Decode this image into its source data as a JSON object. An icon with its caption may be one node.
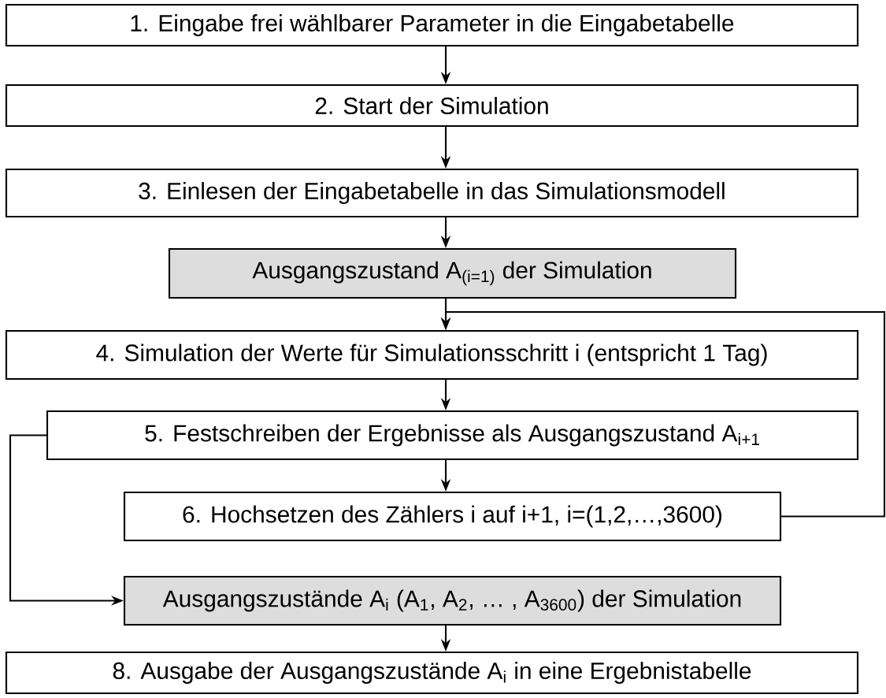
{
  "diagram": {
    "nodes": [
      {
        "text": [
          "1. Eingabe frei wählbarer Parameter in die Eingabetabelle"
        ]
      },
      {
        "text": [
          "2. Start der Simulation"
        ]
      },
      {
        "text": [
          "3. Einlesen der Eingabetabelle in das Simulationsmodell"
        ]
      },
      {
        "text": [
          "Ausgangszustand A$_{(i=1)}$ der Simulation"
        ]
      },
      {
        "text": [
          "4. Simulation der Werte für Simulationsschritt i (entspricht 1 Tag)"
        ]
      },
      {
        "text": [
          "5. Festschreiben der Ergebnisse als Ausgangszustand A$_{i+1}$"
        ]
      },
      {
        "text": [
          "6. Hochsetzen des Zählers i auf i+1,  i=(1,2,…,3600)"
        ]
      },
      {
        "text": [
          "Ausgangszustände A$_{i}$  (A$_{1}$, A$_{2}$, … , A$_{3600}$) der Simulation"
        ]
      },
      {
        "text": [
          "8. Ausgabe der Ausgangszustände A$_{i}$ in eine Ergebnistabelle"
        ]
      }
    ],
    "edges": [
      {
        "from": 0,
        "to": 1,
        "arrow": "to"
      },
      {
        "from": 1,
        "to": 2,
        "arrow": "to"
      },
      {
        "from": 2,
        "to": 3,
        "arrow": "to"
      },
      {
        "from": 3,
        "to": 4,
        "arrow": "to"
      },
      {
        "from": 6,
        "to": 4,
        "arrow": "to"
      },
      {
        "from": 4,
        "to": 5,
        "arrow": "to"
      },
      {
        "from": 5,
        "to": 6,
        "arrow": "to"
      },
      {
        "from": 5,
        "to": 7,
        "arrow": "to"
      },
      {
        "from": 7,
        "to": 8,
        "arrow": "to"
      }
    ]
  }
}
